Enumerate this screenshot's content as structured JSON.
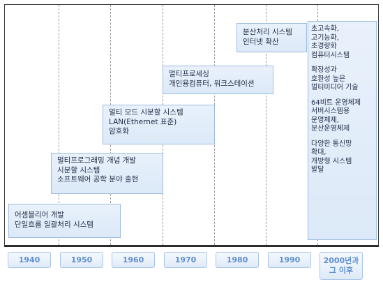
{
  "years": [
    "1940",
    "1950",
    "1960",
    "1970",
    "1980",
    "1990"
  ],
  "year_last": [
    "2000년과",
    "그 이후"
  ],
  "boxes": {
    "b1940": [
      "어셈블리어 개발",
      "단일흐름 일괄처리 시스템"
    ],
    "b1950": [
      "멀티프로그래밍 개념 개발",
      "시분할 시스템",
      "소프트웨어 공학 분야 출현"
    ],
    "b1960": [
      "멀티 모드 시분할 시스템",
      "LAN(Ethernet 표준)",
      "암호화"
    ],
    "b1970": [
      "멀티프로세싱",
      "개인용컴퓨터, 워크스테이션"
    ],
    "b1980": [
      "분산처리 시스템",
      "인터넷 확산"
    ],
    "b2000": {
      "g1": [
        "초고속화,",
        "고기능화,",
        "초경량화",
        "컴퓨터시스템"
      ],
      "g2": [
        "확장성과",
        "호환성 높은",
        "멀티미디어 기술"
      ],
      "g3": [
        "64비트 운영체제",
        "서버시스템용",
        "운영체제,",
        "분산운영체제"
      ],
      "g4": [
        "다양한 통신망",
        "확대,",
        "개방형 시스템",
        "발달"
      ]
    }
  }
}
